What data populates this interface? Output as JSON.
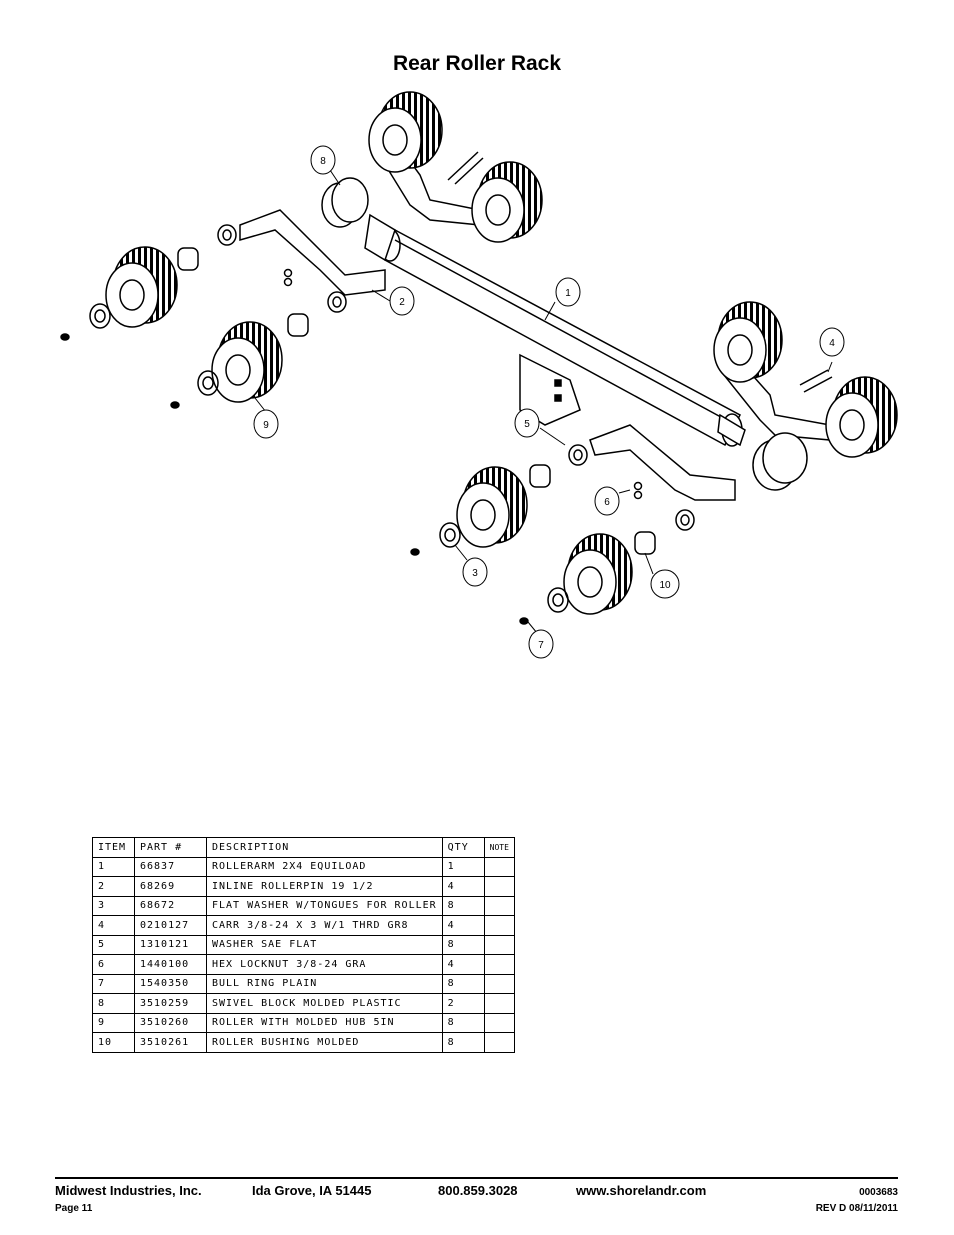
{
  "title": "Rear Roller Rack",
  "callouts": [
    "1",
    "2",
    "3",
    "4",
    "5",
    "6",
    "7",
    "8",
    "9",
    "10"
  ],
  "table": {
    "headers": [
      "ITEM",
      "PART #",
      "DESCRIPTION",
      "QTY",
      "NOTE"
    ],
    "rows": [
      [
        "1",
        "66837",
        "ROLLERARM 2X4 EQUILOAD",
        "1",
        ""
      ],
      [
        "2",
        "68269",
        "INLINE ROLLERPIN 19 1/2",
        "4",
        ""
      ],
      [
        "3",
        "68672",
        "FLAT WASHER W/TONGUES FOR ROLLER",
        "8",
        ""
      ],
      [
        "4",
        "0210127",
        "CARR 3/8-24 X 3 W/1 THRD GR8",
        "4",
        ""
      ],
      [
        "5",
        "1310121",
        "WASHER SAE FLAT",
        "8",
        ""
      ],
      [
        "6",
        "1440100",
        "HEX LOCKNUT 3/8-24 GRA",
        "4",
        ""
      ],
      [
        "7",
        "1540350",
        "BULL RING PLAIN",
        "8",
        ""
      ],
      [
        "8",
        "3510259",
        "SWIVEL BLOCK MOLDED PLASTIC",
        "2",
        ""
      ],
      [
        "9",
        "3510260",
        "ROLLER WITH MOLDED HUB 5IN",
        "8",
        ""
      ],
      [
        "10",
        "3510261",
        "ROLLER BUSHING MOLDED",
        "8",
        ""
      ]
    ]
  },
  "footer": {
    "company": "Midwest Industries, Inc.",
    "city": "Ida Grove, IA  51445",
    "phone": "800.859.3028",
    "web": "www.shorelandr.com",
    "doc_number": "0003683",
    "page": "Page 11",
    "revision": "REV D  08/11/2011"
  }
}
